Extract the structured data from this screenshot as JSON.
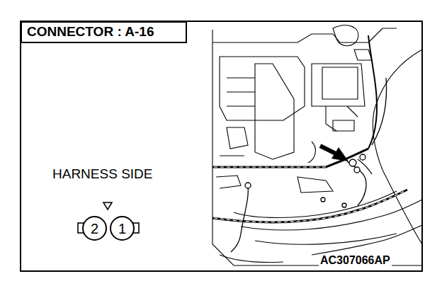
{
  "diagram": {
    "nodes": [
      {
        "text": [
          "CONNECTOR : A-16"
        ]
      },
      {
        "text": [
          "2"
        ]
      },
      {
        "text": [
          "1"
        ]
      }
    ],
    "labels": [
      "HARNESS SIDE",
      "AC307066AP"
    ]
  }
}
